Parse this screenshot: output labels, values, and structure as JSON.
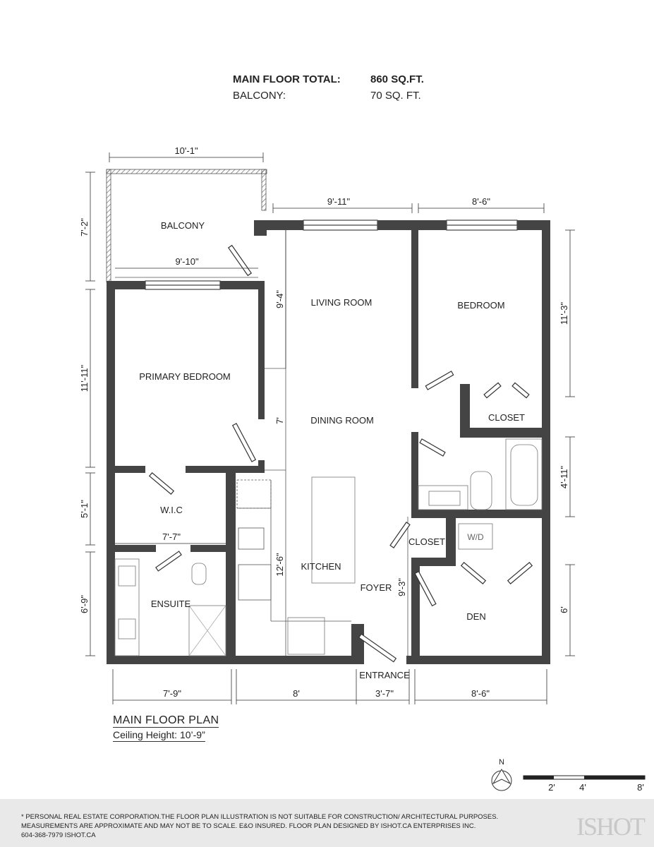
{
  "summary": {
    "main_label": "MAIN FLOOR TOTAL:",
    "main_value": "860 SQ.FT.",
    "balcony_label": "BALCONY:",
    "balcony_value": "70 SQ. FT."
  },
  "rooms": {
    "balcony": "BALCONY",
    "living": "LIVING ROOM",
    "bedroom": "BEDROOM",
    "primary": "PRIMARY BEDROOM",
    "dining": "DINING ROOM",
    "closet1": "CLOSET",
    "closet2": "CLOSET",
    "wic": "W.I.C",
    "kitchen": "KITCHEN",
    "foyer": "FOYER",
    "ensuite": "ENSUITE",
    "den": "DEN",
    "entrance": "ENTRANCE",
    "wd": "W/D"
  },
  "dims": {
    "balcony_w": "10'-1\"",
    "balcony_h": "7'-2\"",
    "balcony_inner": "9'-10\"",
    "living_w": "9'-11\"",
    "bed_w": "8'-6\"",
    "bed_h": "11'-3\"",
    "living_h": "9'-4\"",
    "primary_h": "11'-11\"",
    "dining_h": "7'",
    "bath_h": "4'-11\"",
    "wic_h": "5'-1\"",
    "wic_w": "7'-7\"",
    "kitchen_h": "12'-6\"",
    "foyer_h": "9'-3\"",
    "ensuite_h": "6'-9\"",
    "den_h": "6'",
    "bottom1": "7'-9\"",
    "bottom2": "8'",
    "bottom3": "3'-7\"",
    "bottom4": "8'-6\""
  },
  "plan_title": "MAIN FLOOR PLAN",
  "ceiling": "Ceiling Height: 10’-9”",
  "scale": {
    "north": "N",
    "t1": "2'",
    "t2": "4'",
    "t3": "8'"
  },
  "footer": {
    "line1": "* PERSONAL REAL ESTATE CORPORATION.THE FLOOR PLAN ILLUSTRATION IS NOT SUITABLE FOR CONSTRUCTION/ ARCHITECTURAL PURPOSES.",
    "line2": "MEASUREMENTS ARE APPROXIMATE AND MAY NOT BE TO SCALE. E&O INSURED. FLOOR PLAN DESIGNED BY ISHOT.CA ENTERPRISES INC.",
    "line3": "604-368-7979  ISHOT.CA",
    "logo": "ISHOT"
  },
  "colors": {
    "wall": "#444444",
    "line": "#333333",
    "footer_bg": "#e9e9e9"
  }
}
